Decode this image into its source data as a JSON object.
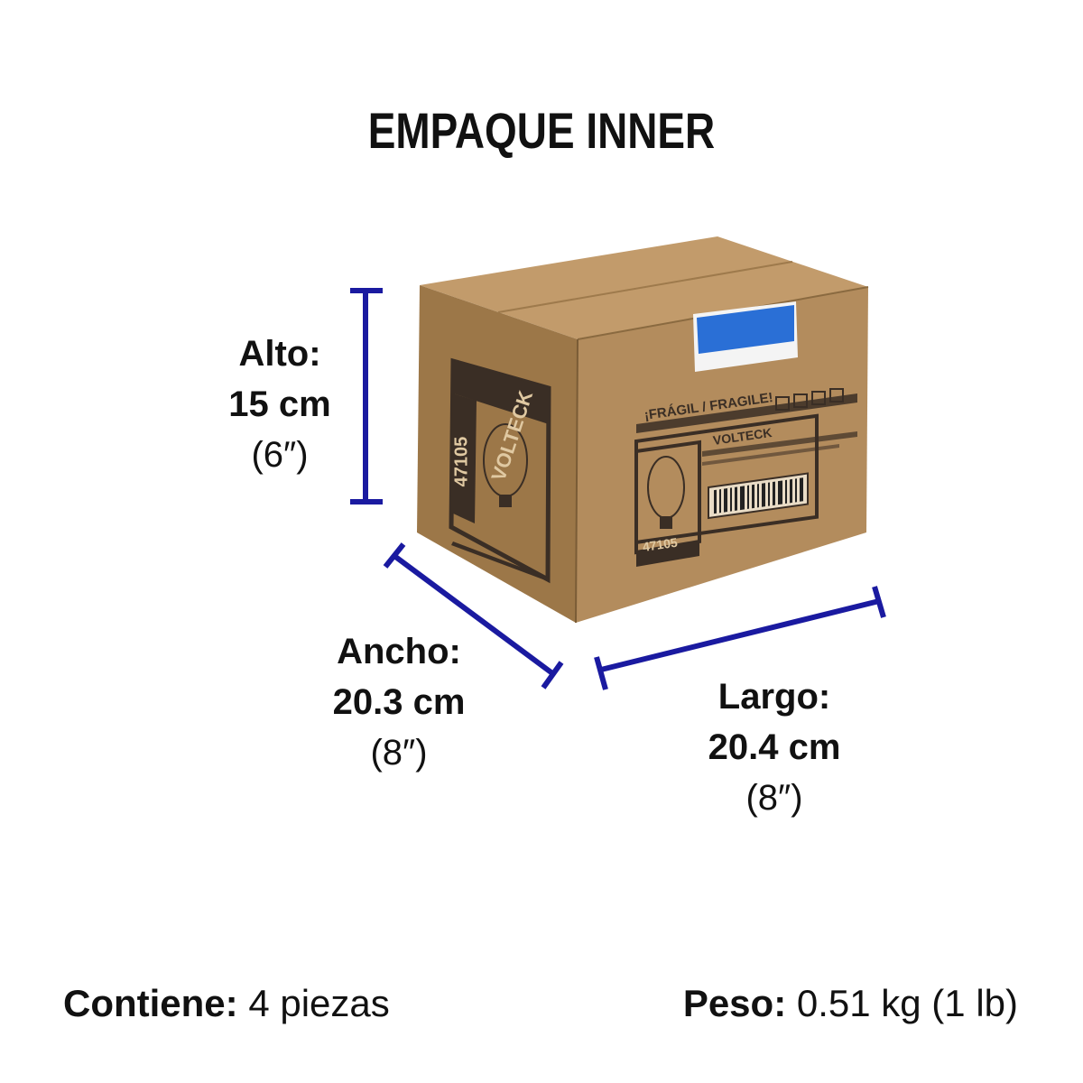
{
  "title": "EMPAQUE INNER",
  "dimensions": {
    "alto": {
      "name": "Alto:",
      "metric": "15 cm",
      "imperial": "(6″)"
    },
    "ancho": {
      "name": "Ancho:",
      "metric": "20.3 cm",
      "imperial": "(8″)"
    },
    "largo": {
      "name": "Largo:",
      "metric": "20.4 cm",
      "imperial": "(8″)"
    }
  },
  "footer": {
    "contents_label": "Contiene:",
    "contents_value": "4 piezas",
    "weight_label": "Peso:",
    "weight_value": "0.51 kg (1 lb)"
  },
  "box": {
    "brand": "VOLTECK",
    "code": "47105",
    "fragile": "¡FRÁGIL / FRAGILE!",
    "colors": {
      "cardboard_front": "#b08a5c",
      "cardboard_side": "#9a7548",
      "cardboard_top": "#c09a6a",
      "print": "#3a2e25",
      "seal": "#2a6fd6"
    }
  },
  "colors": {
    "dimension_line": "#1a1aa0"
  }
}
